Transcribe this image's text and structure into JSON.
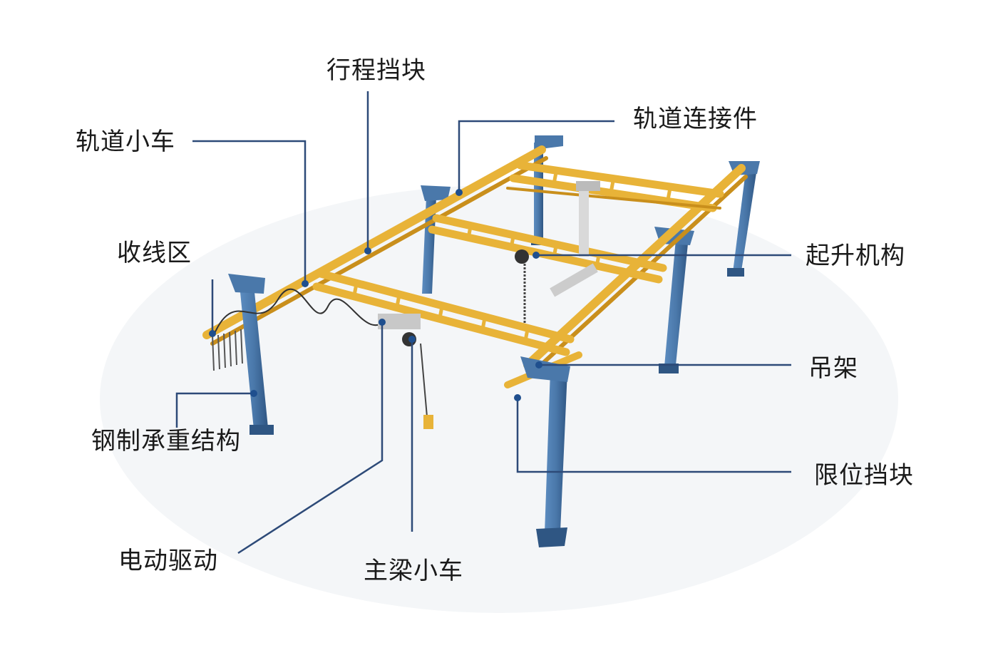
{
  "labels": {
    "travel_stop": "行程挡块",
    "track_trolley": "轨道小车",
    "track_connector": "轨道连接件",
    "cable_area": "收线区",
    "hoist": "起升机构",
    "hanger": "吊架",
    "steel_structure": "钢制承重结构",
    "limit_stop": "限位挡块",
    "electric_drive": "电动驱动",
    "girder_trolley": "主梁小车"
  },
  "colors": {
    "rail": "#e8b338",
    "rail_dark": "#c98f1c",
    "column": "#4a78aa",
    "column_dark": "#2f5683",
    "leader": "#2d4a78"
  }
}
